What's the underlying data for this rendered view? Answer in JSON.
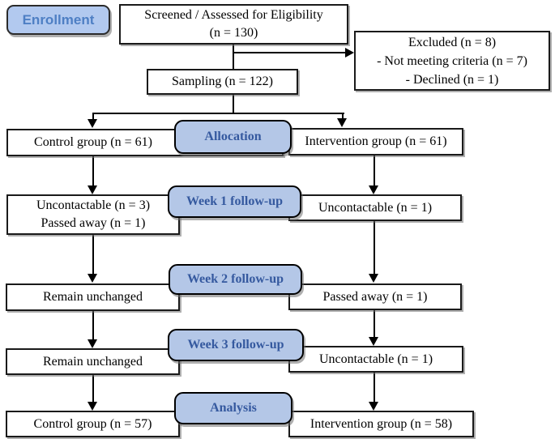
{
  "flow": {
    "enrollment_label": "Enrollment",
    "screened_line1": "Screened / Assessed for Eligibility",
    "screened_line2": "(n = 130)",
    "excluded_line1": "Excluded (n = 8)",
    "excluded_line2": "- Not meeting criteria (n = 7)",
    "excluded_line3": "- Declined (n = 1)",
    "sampling": "Sampling (n = 122)",
    "allocation_label": "Allocation",
    "allocation_control": "Control group (n = 61)",
    "allocation_intervention": "Intervention group (n = 61)",
    "week1_label": "Week 1 follow-up",
    "week1_control_line1": "Uncontactable (n = 3)",
    "week1_control_line2": "Passed away (n = 1)",
    "week1_intervention": "Uncontactable (n = 1)",
    "week2_label": "Week 2 follow-up",
    "week2_control": "Remain unchanged",
    "week2_intervention": "Passed away (n = 1)",
    "week3_label": "Week 3 follow-up",
    "week3_control": "Remain unchanged",
    "week3_intervention": "Uncontactable (n = 1)",
    "analysis_label": "Analysis",
    "analysis_control": "Control group (n = 57)",
    "analysis_intervention": "Intervention group (n = 58)"
  },
  "colors": {
    "stage_fill": "#b4c7e7",
    "enrollment_fill": "#b2c9ef",
    "stage_text": "#35599f",
    "enrollment_text": "#4e7fc4",
    "box_border": "#1a1a1a",
    "arrow": "#000000",
    "background": "#ffffff"
  }
}
